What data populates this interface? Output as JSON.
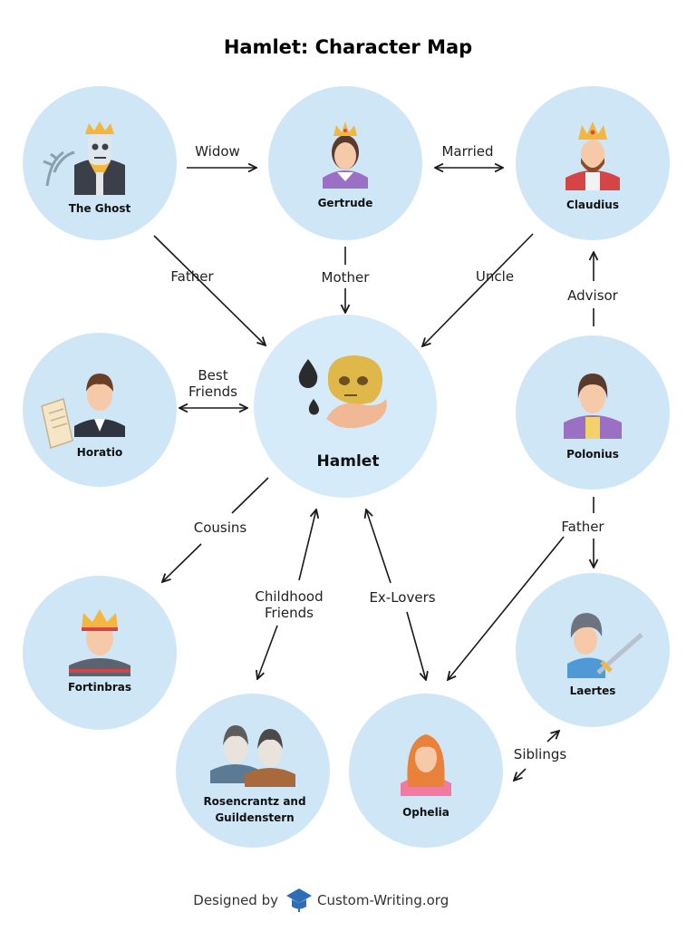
{
  "title": "Hamlet: Character Map",
  "nodes": {
    "ghost": "The Ghost",
    "gertrude": "Gertrude",
    "claudius": "Claudius",
    "horatio": "Horatio",
    "hamlet": "Hamlet",
    "polonius": "Polonius",
    "fortinbras": "Fortinbras",
    "rosencrantz_line1": "Rosencrantz and",
    "rosencrantz_line2": "Guildenstern",
    "ophelia": "Ophelia",
    "laertes": "Laertes"
  },
  "edges": {
    "widow": "Widow",
    "married": "Married",
    "father_ghost": "Father",
    "mother": "Mother",
    "uncle": "Uncle",
    "advisor": "Advisor",
    "best_friends_line1": "Best",
    "best_friends_line2": "Friends",
    "cousins": "Cousins",
    "childhood_line1": "Childhood",
    "childhood_line2": "Friends",
    "ex_lovers": "Ex-Lovers",
    "father_polonius": "Father",
    "siblings": "Siblings"
  },
  "footer": {
    "designed_by": "Designed by",
    "brand": "Custom-Writing.org"
  },
  "colors": {
    "circle": "#cfe6f7",
    "hamlet_circle": "#d6ebf9",
    "skin": "#f6c9a8",
    "gold": "#f4b63c",
    "purple": "#9a6fc4"
  }
}
